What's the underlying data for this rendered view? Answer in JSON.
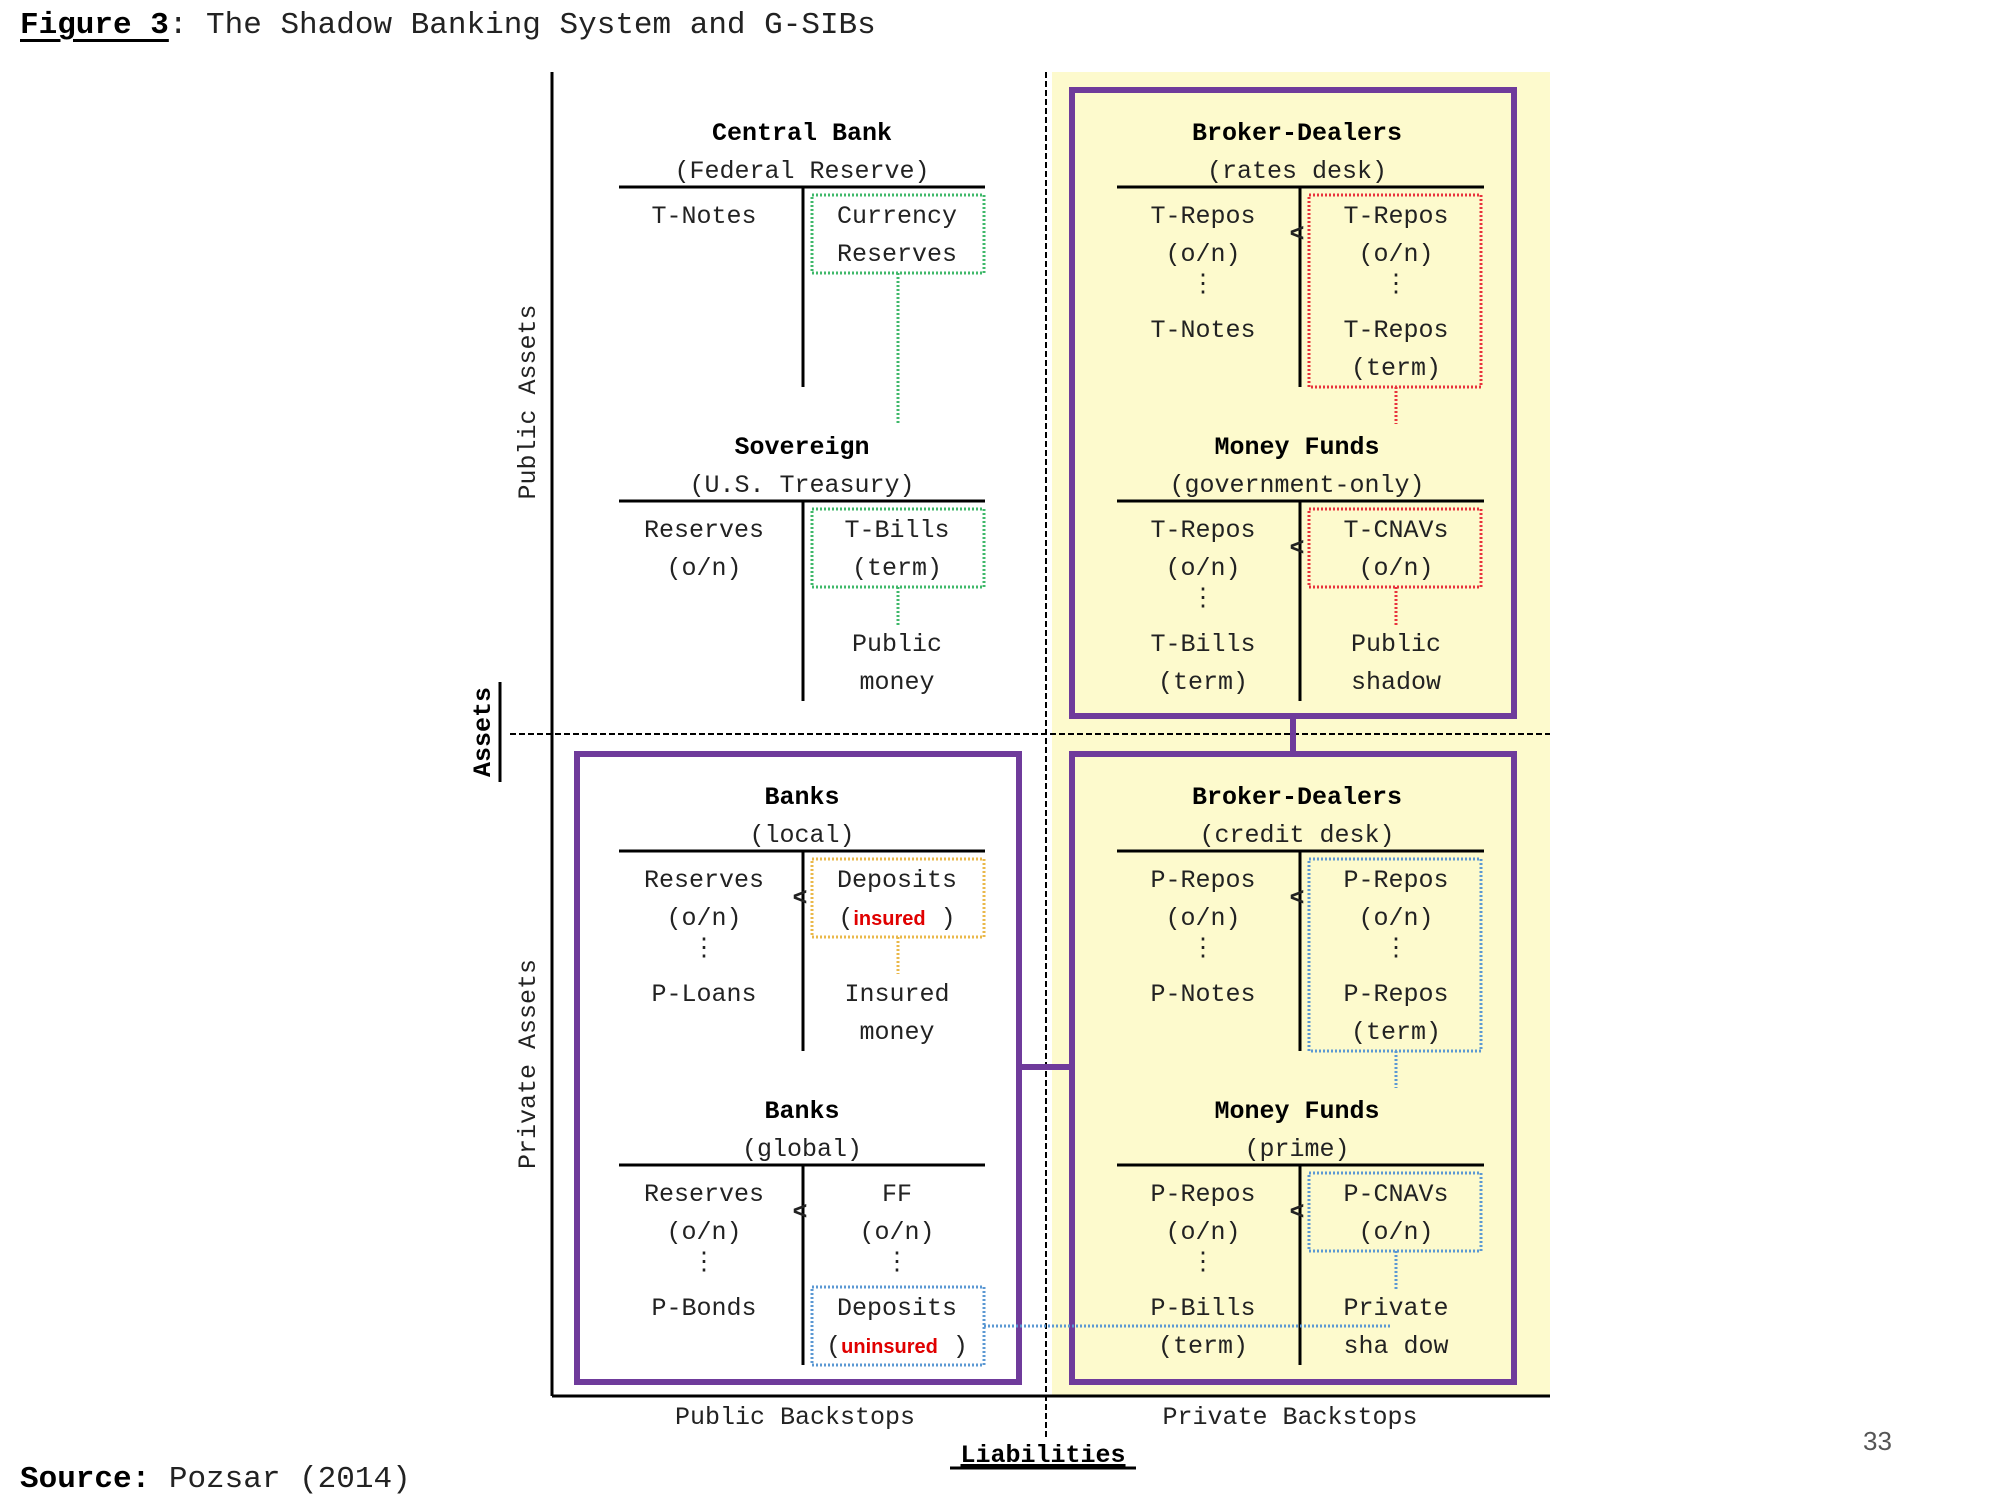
{
  "figure": {
    "label": "Figure 3",
    "title": "The Shadow Banking System and G-SIBs"
  },
  "source": {
    "label": "Source:",
    "text": "Pozsar (2014)"
  },
  "page_number": "33",
  "axes": {
    "vertical": "Assets",
    "horizontal": "Liabilities",
    "left_top": "Public Assets",
    "left_bottom": "Private Assets",
    "bottom_left": "Public Backstops",
    "bottom_right": "Private Backstops"
  },
  "colors": {
    "public_money": "#3fb86a",
    "public_shadow": "#e8323c",
    "insured_money": "#eab84a",
    "private_shadow": "#5b98d3",
    "frame": "#6f3b9b",
    "highlight": "#fdfacd",
    "insured_tag": "#e00000"
  },
  "entities": {
    "central_bank": {
      "name": "Central Bank",
      "sub": "(Federal Reserve)",
      "assets": [
        "T-Notes"
      ],
      "liabilities": [
        "Currency",
        "Reserves"
      ]
    },
    "sovereign": {
      "name": "Sovereign",
      "sub": "(U.S. Treasury)",
      "assets": [
        "Reserves",
        "(o/n)"
      ],
      "liabilities": [
        "T-Bills",
        "(term)"
      ],
      "label": [
        "Public",
        "money"
      ]
    },
    "bd_rates": {
      "name": "Broker-Dealers",
      "sub": "(rates desk)",
      "assets": [
        "T-Repos",
        "(o/n)",
        "⋮",
        "T-Notes"
      ],
      "liabilities": [
        "T-Repos",
        "(o/n)",
        "⋮",
        "T-Repos",
        "(term)"
      ]
    },
    "mf_gov": {
      "name": "Money Funds",
      "sub": "(government-only)",
      "assets": [
        "T-Repos",
        "(o/n)",
        "⋮",
        "T-Bills",
        "(term)"
      ],
      "liabilities": [
        "T-CNAVs",
        "(o/n)"
      ],
      "label": [
        "Public",
        "shadow"
      ]
    },
    "banks_local": {
      "name": "Banks",
      "sub": "(local)",
      "assets": [
        "Reserves",
        "(o/n)",
        "⋮",
        "P-Loans"
      ],
      "liabilities": [
        "Deposits",
        "(",
        "insured",
        ")"
      ],
      "label": [
        "Insured",
        "money"
      ]
    },
    "banks_global": {
      "name": "Banks",
      "sub": "(global)",
      "assets": [
        "Reserves",
        "(o/n)",
        "⋮",
        "P-Bonds"
      ],
      "liabilities": [
        "FF",
        "(o/n)",
        "⋮",
        "Deposits",
        "(",
        "uninsured",
        ")"
      ]
    },
    "bd_credit": {
      "name": "Broker-Dealers",
      "sub": "(credit desk)",
      "assets": [
        "P-Repos",
        "(o/n)",
        "⋮",
        "P-Notes"
      ],
      "liabilities": [
        "P-Repos",
        "(o/n)",
        "⋮",
        "P-Repos",
        "(term)"
      ]
    },
    "mf_prime": {
      "name": "Money Funds",
      "sub": "(prime)",
      "assets": [
        "P-Repos",
        "(o/n)",
        "⋮",
        "P-Bills",
        "(term)"
      ],
      "liabilities": [
        "P-CNAVs",
        "(o/n)"
      ],
      "label": [
        "Private",
        "sha dow"
      ]
    }
  },
  "less_than_symbol": "<"
}
